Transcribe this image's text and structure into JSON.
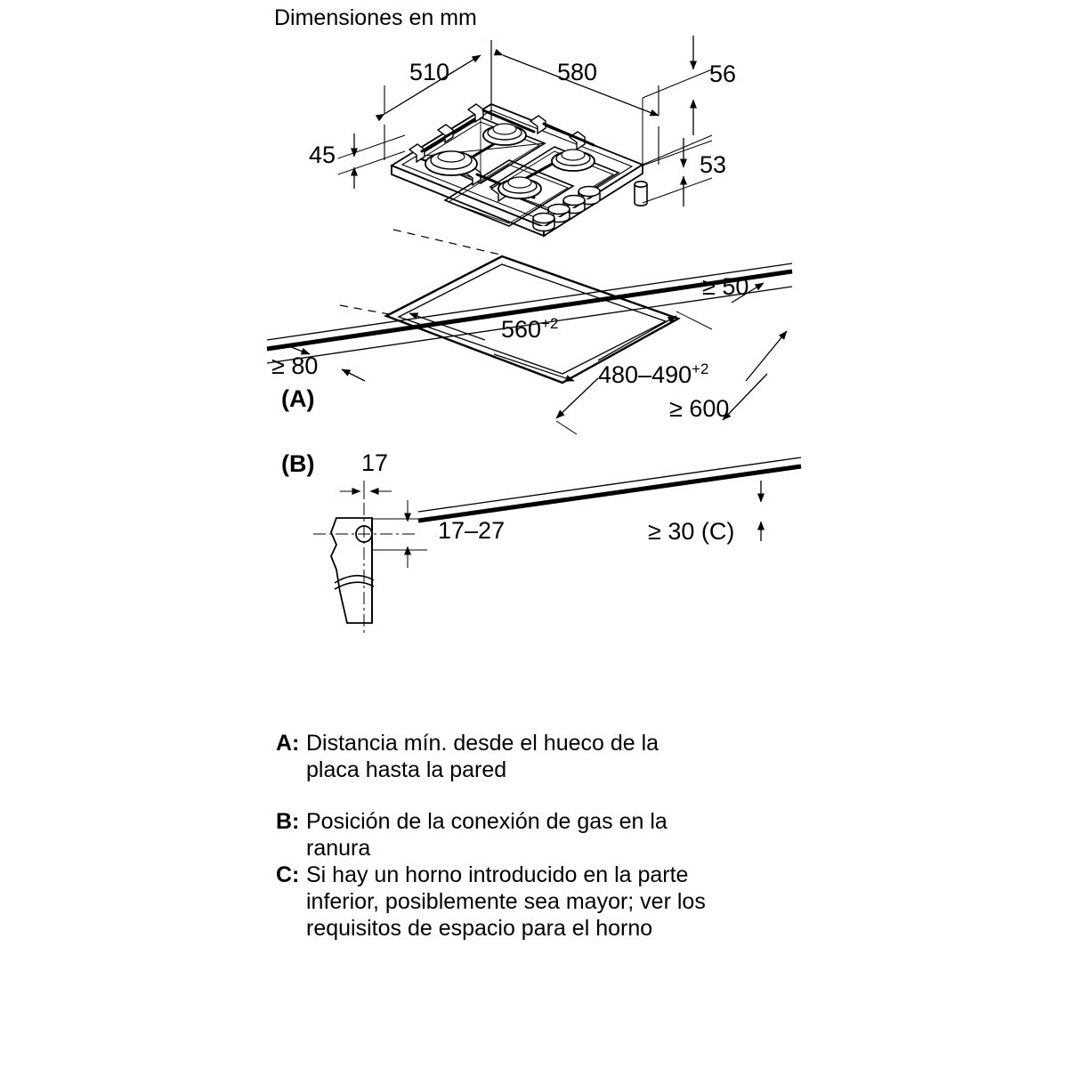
{
  "title": "Dimensiones en mm",
  "appliance_dimensions": {
    "width_total": "580",
    "depth_total": "510",
    "height_above": "56",
    "height_below": "53",
    "front_offset": "45"
  },
  "cutout_dimensions": {
    "cutout_width": "560",
    "cutout_width_tolerance": "+2",
    "cutout_depth": "480–490",
    "cutout_depth_tolerance": "+2",
    "rear_min": "≥ 50",
    "side_min": "≥ 80",
    "side_min_ref": "(A)",
    "front_min": "≥ 600",
    "worktop_thickness": "≥ 30 (C)"
  },
  "detail_b": {
    "label": "(B)",
    "offset_horizontal": "17",
    "offset_vertical": "17–27"
  },
  "detail_a_label": "(A)",
  "legend": [
    {
      "key": "A:",
      "lines": [
        "Distancia mín. desde el hueco de la",
        "placa hasta la pared"
      ]
    },
    {
      "key": "B:",
      "lines": [
        "Posición de la conexión de gas en la",
        "ranura"
      ]
    },
    {
      "key": "C:",
      "lines": [
        "Si hay un horno introducido en la parte",
        "inferior, posiblemente sea mayor; ver los",
        "requisitos de espacio para el horno"
      ]
    }
  ],
  "colors": {
    "line": "#000000",
    "background": "#ffffff"
  }
}
